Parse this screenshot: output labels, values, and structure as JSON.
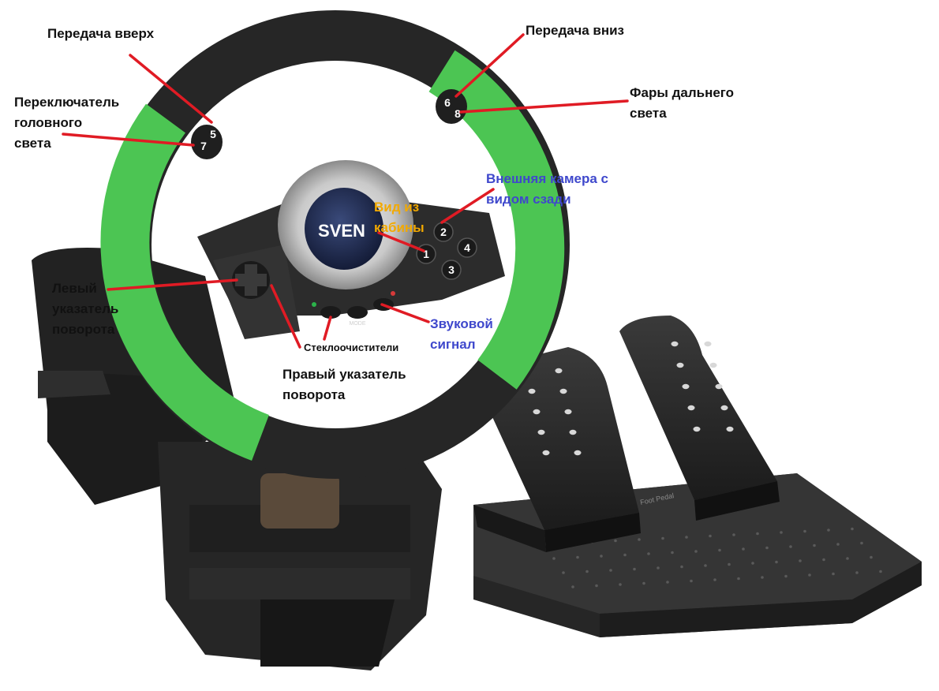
{
  "colors": {
    "wheel_rim": "#4cc553",
    "wheel_dark": "#2a2a2a",
    "arrow": "#e01b24",
    "label_blue": "#3f48cc",
    "label_orange": "#f2a900"
  },
  "device": {
    "brand": "SVEN",
    "mode_button_label": "MODE",
    "pedal_label": "Foot Pedal"
  },
  "buttons": [
    "1",
    "2",
    "3",
    "4",
    "5",
    "6",
    "7",
    "8"
  ],
  "annotations": [
    {
      "id": "gear-up",
      "lines": [
        "Передача вверх"
      ],
      "color": "dark"
    },
    {
      "id": "gear-down",
      "lines": [
        "Передача вниз"
      ],
      "color": "dark"
    },
    {
      "id": "headlight-switch",
      "lines": [
        "Переключатель",
        "головного",
        "света"
      ],
      "color": "dark"
    },
    {
      "id": "high-beam",
      "lines": [
        "Фары дальнего",
        "света"
      ],
      "color": "dark"
    },
    {
      "id": "rear-camera",
      "lines": [
        "Внешняя камера с",
        "видом сзади"
      ],
      "color": "blue"
    },
    {
      "id": "cockpit-view",
      "lines": [
        "Вид из",
        "кабины"
      ],
      "color": "orange"
    },
    {
      "id": "left-turn",
      "lines": [
        "Левый",
        "указатель",
        "поворота"
      ],
      "color": "dark"
    },
    {
      "id": "horn",
      "lines": [
        "Звуковой",
        "сигнал"
      ],
      "color": "blue"
    },
    {
      "id": "wipers",
      "lines": [
        "Стеклоочистители"
      ],
      "color": "dark"
    },
    {
      "id": "right-turn",
      "lines": [
        "Правый указатель",
        "поворота"
      ],
      "color": "dark"
    }
  ]
}
